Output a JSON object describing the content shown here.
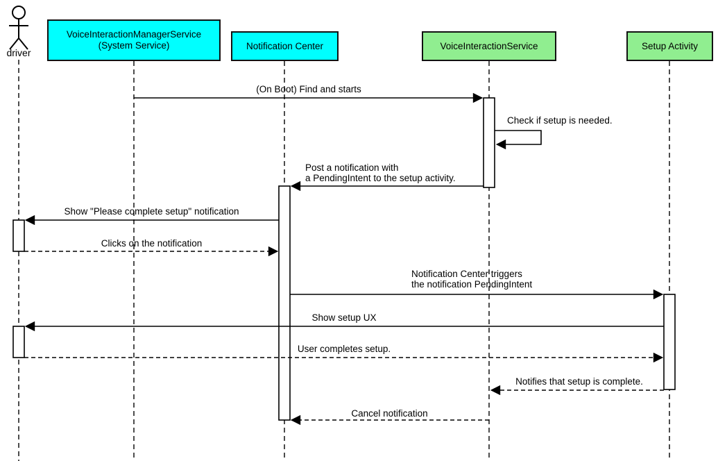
{
  "diagram": {
    "type": "uml-sequence-diagram",
    "background": "#ffffff",
    "line_color": "#000000"
  },
  "colors": {
    "system_participant": "#00ffff",
    "app_participant": "#90ee90",
    "participant_border": "#111111",
    "activation_fill": "#ffffff"
  },
  "participants": [
    {
      "id": "driver",
      "kind": "actor",
      "label": "driver"
    },
    {
      "id": "voice-interaction-manager-service",
      "kind": "box",
      "label": "VoiceInteractionManagerService\n(System Service)",
      "color": "#00ffff"
    },
    {
      "id": "notification-center",
      "kind": "box",
      "label": "Notification Center",
      "color": "#00ffff"
    },
    {
      "id": "voice-interaction-service",
      "kind": "box",
      "label": "VoiceInteractionService",
      "color": "#90ee90"
    },
    {
      "id": "setup-activity",
      "kind": "box",
      "label": "Setup Activity",
      "color": "#90ee90"
    }
  ],
  "messages": [
    {
      "label": "(On Boot) Find and starts",
      "from": "voice-interaction-manager-service",
      "to": "voice-interaction-service",
      "style": "solid"
    },
    {
      "label": "Check if setup is needed.",
      "from": "voice-interaction-service",
      "to": "voice-interaction-service",
      "style": "solid-self"
    },
    {
      "label": "Post a notification with\na PendingIntent to the setup activity.",
      "from": "voice-interaction-service",
      "to": "notification-center",
      "style": "solid"
    },
    {
      "label": "Show \"Please complete setup\" notification",
      "from": "notification-center",
      "to": "driver",
      "style": "solid"
    },
    {
      "label": "Clicks on the notification",
      "from": "driver",
      "to": "notification-center",
      "style": "dashed"
    },
    {
      "label": "Notification Center triggers\nthe notification PendingIntent",
      "from": "notification-center",
      "to": "setup-activity",
      "style": "solid"
    },
    {
      "label": "Show setup UX",
      "from": "setup-activity",
      "to": "driver",
      "style": "solid"
    },
    {
      "label": "User completes setup.",
      "from": "driver",
      "to": "setup-activity",
      "style": "dashed"
    },
    {
      "label": "Notifies that setup is complete.",
      "from": "setup-activity",
      "to": "voice-interaction-service",
      "style": "dashed"
    },
    {
      "label": "Cancel notification",
      "from": "voice-interaction-service",
      "to": "notification-center",
      "style": "dashed"
    }
  ]
}
